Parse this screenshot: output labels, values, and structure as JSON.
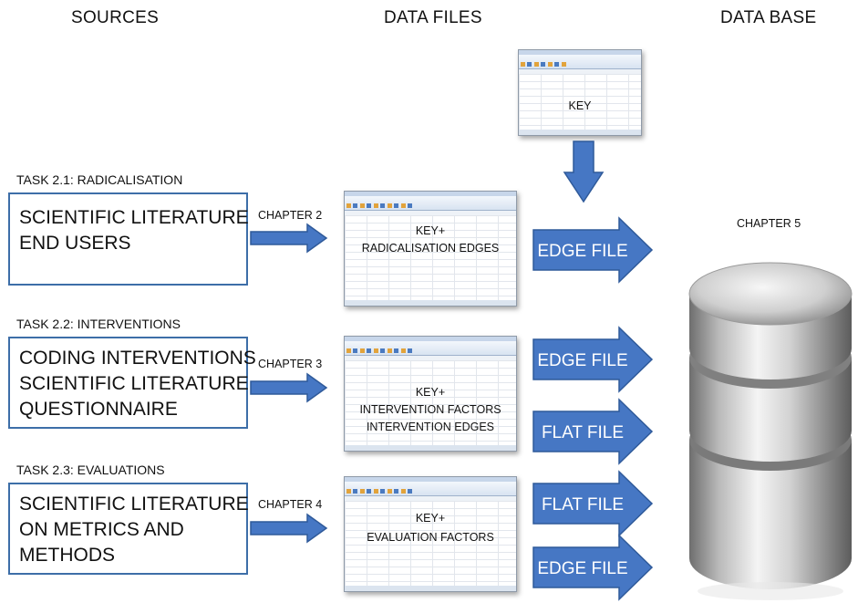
{
  "headers": {
    "sources": "SOURCES",
    "data_files": "DATA FILES",
    "data_base": "DATA BASE"
  },
  "tasks": [
    {
      "label": "TASK 2.1: RADICALISATION",
      "source_lines": [
        "SCIENTIFIC LITERATURE",
        "END USERS"
      ],
      "chapter": "CHAPTER 2",
      "file_lines": [
        "KEY+",
        "RADICALISATION EDGES"
      ]
    },
    {
      "label": "TASK 2.2: INTERVENTIONS",
      "source_lines": [
        "CODING INTERVENTIONS",
        "SCIENTIFIC LITERATURE",
        "QUESTIONNAIRE"
      ],
      "chapter": "CHAPTER 3",
      "file_lines": [
        "KEY+",
        "INTERVENTION FACTORS",
        "INTERVENTION EDGES"
      ]
    },
    {
      "label": "TASK 2.3: EVALUATIONS",
      "source_lines": [
        "SCIENTIFIC LITERATURE",
        "ON METRICS AND",
        "METHODS"
      ],
      "chapter": "CHAPTER 4",
      "file_lines": [
        "KEY+",
        "EVALUATION FACTORS"
      ]
    }
  ],
  "key_file": "KEY",
  "output_arrows": [
    "EDGE FILE",
    "EDGE FILE",
    "FLAT FILE",
    "FLAT FILE",
    "EDGE FILE"
  ],
  "database": {
    "chapter": "CHAPTER 5",
    "icon": "database-cylinder-icon"
  },
  "colors": {
    "arrow_fill": "#4677c4",
    "arrow_stroke": "#2f5a9a",
    "box_border": "#3d6ea8"
  }
}
